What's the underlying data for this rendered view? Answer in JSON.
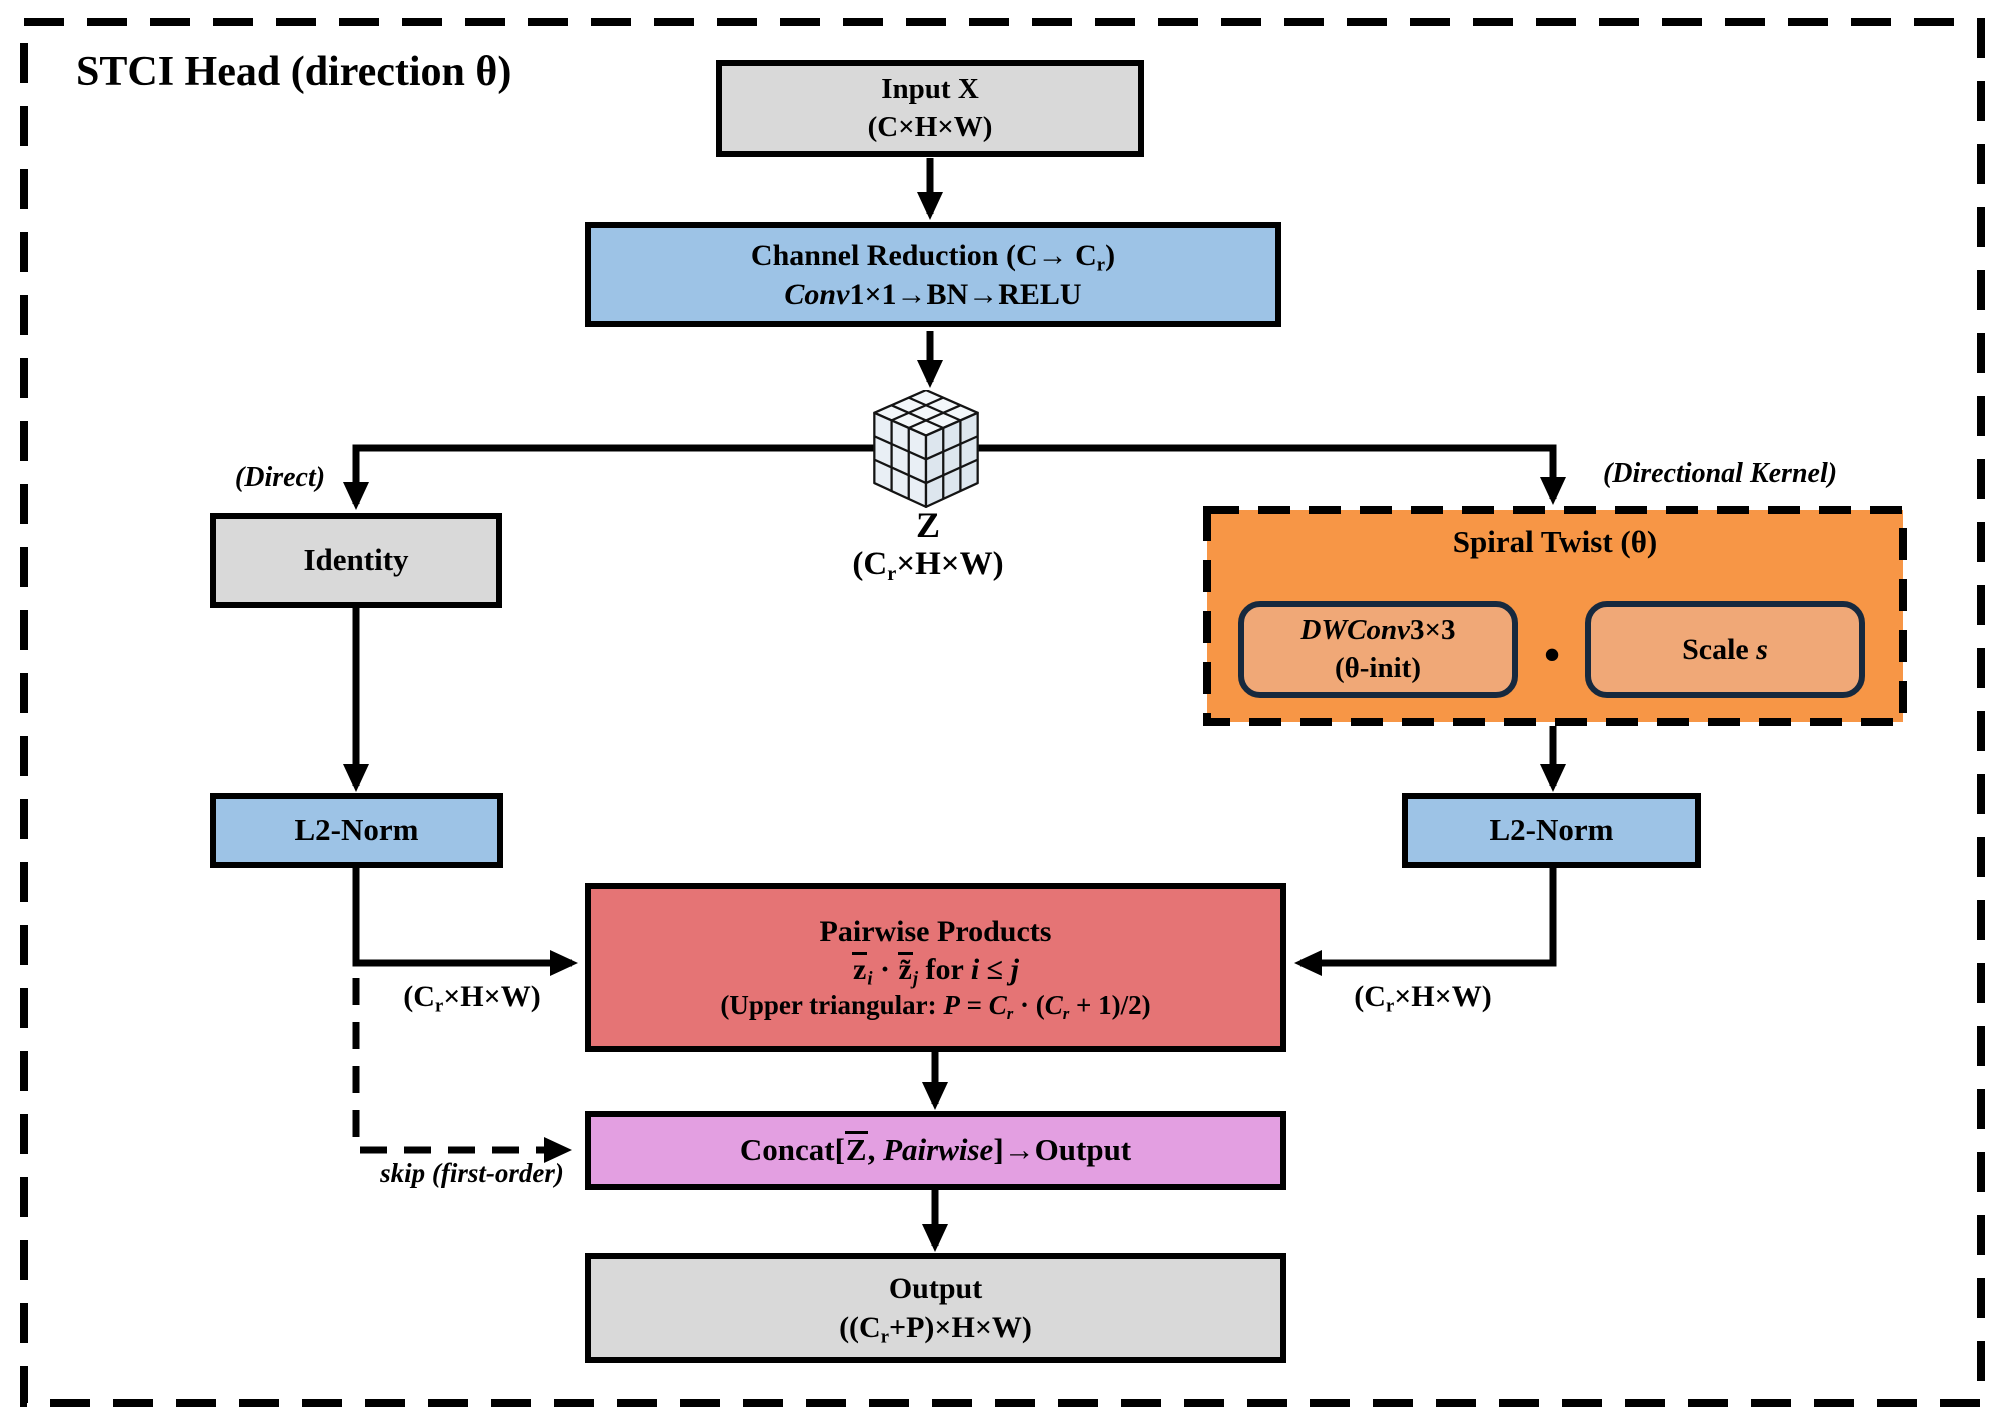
{
  "title": "STCI Head (direction θ)",
  "colors": {
    "box_gray": "#d9d9d9",
    "box_blue": "#9dc3e6",
    "box_red": "#e57475",
    "box_pink": "#e39fe1",
    "spiral_orange": "#f79646",
    "spiral_inner_orange": "#f0a877",
    "spiral_inner_border_navy": "#17293e",
    "line_black": "#000000"
  },
  "icons": {
    "tensor_cube": "isometric-3x3-feature-cube",
    "dot_operator": "•"
  },
  "nodes": {
    "input": {
      "line1": "Input X",
      "line2": "(C×H×W)"
    },
    "channel": {
      "l1_pre": "Channel Reduction (C→ C",
      "l1_sub": "r",
      "l1_post": ")",
      "l2_it": "Conv",
      "l2_rest": "1×1→BN→RELU"
    },
    "z": {
      "name": "Z",
      "dim_pre": "(C",
      "dim_sub": "r",
      "dim_post": "×H×W)"
    },
    "identity": {
      "label": "Identity"
    },
    "spiral": {
      "title": "Spiral Twist (θ)",
      "dw_it": "DWConv",
      "dw_rest": "3×3",
      "dw_l2": "(θ-init)",
      "dot": "•",
      "scale_pre": "Scale ",
      "scale_it": "s"
    },
    "l2_left": {
      "label": "L2-Norm"
    },
    "l2_right": {
      "label": "L2-Norm"
    },
    "pairwise": {
      "l1": "Pairwise Products",
      "m_z1": "z",
      "m_sub1": "i",
      "m_dot": " · ",
      "m_z2": "z̃",
      "m_sub2": "j",
      "m_for": " for ",
      "m_i": "i",
      "m_le": " ≤ ",
      "m_j": "j",
      "l3_pre": "(Upper triangular: ",
      "l3_P": "P",
      "l3_eq": " = ",
      "l3_C1": "C",
      "l3_s1": "r",
      "l3_mid": " · (",
      "l3_C2": "C",
      "l3_s2": "r",
      "l3_post": " + 1)/2)"
    },
    "concat": {
      "pre": "Concat[",
      "z": "Z",
      "comma": ", ",
      "pw": "Pairwise",
      "post": "]→Output"
    },
    "output": {
      "l1": "Output",
      "l2_pre": "((C",
      "l2_sub": "r",
      "l2_post": "+P)×H×W)"
    }
  },
  "labels": {
    "direct": "(Direct)",
    "directional": "(Directional Kernel)",
    "skip": "skip (first-order)",
    "dim_left": {
      "pre": "(C",
      "sub": "r",
      "post": "×H×W)"
    },
    "dim_right": {
      "pre": "(C",
      "sub": "r",
      "post": "×H×W)"
    }
  }
}
